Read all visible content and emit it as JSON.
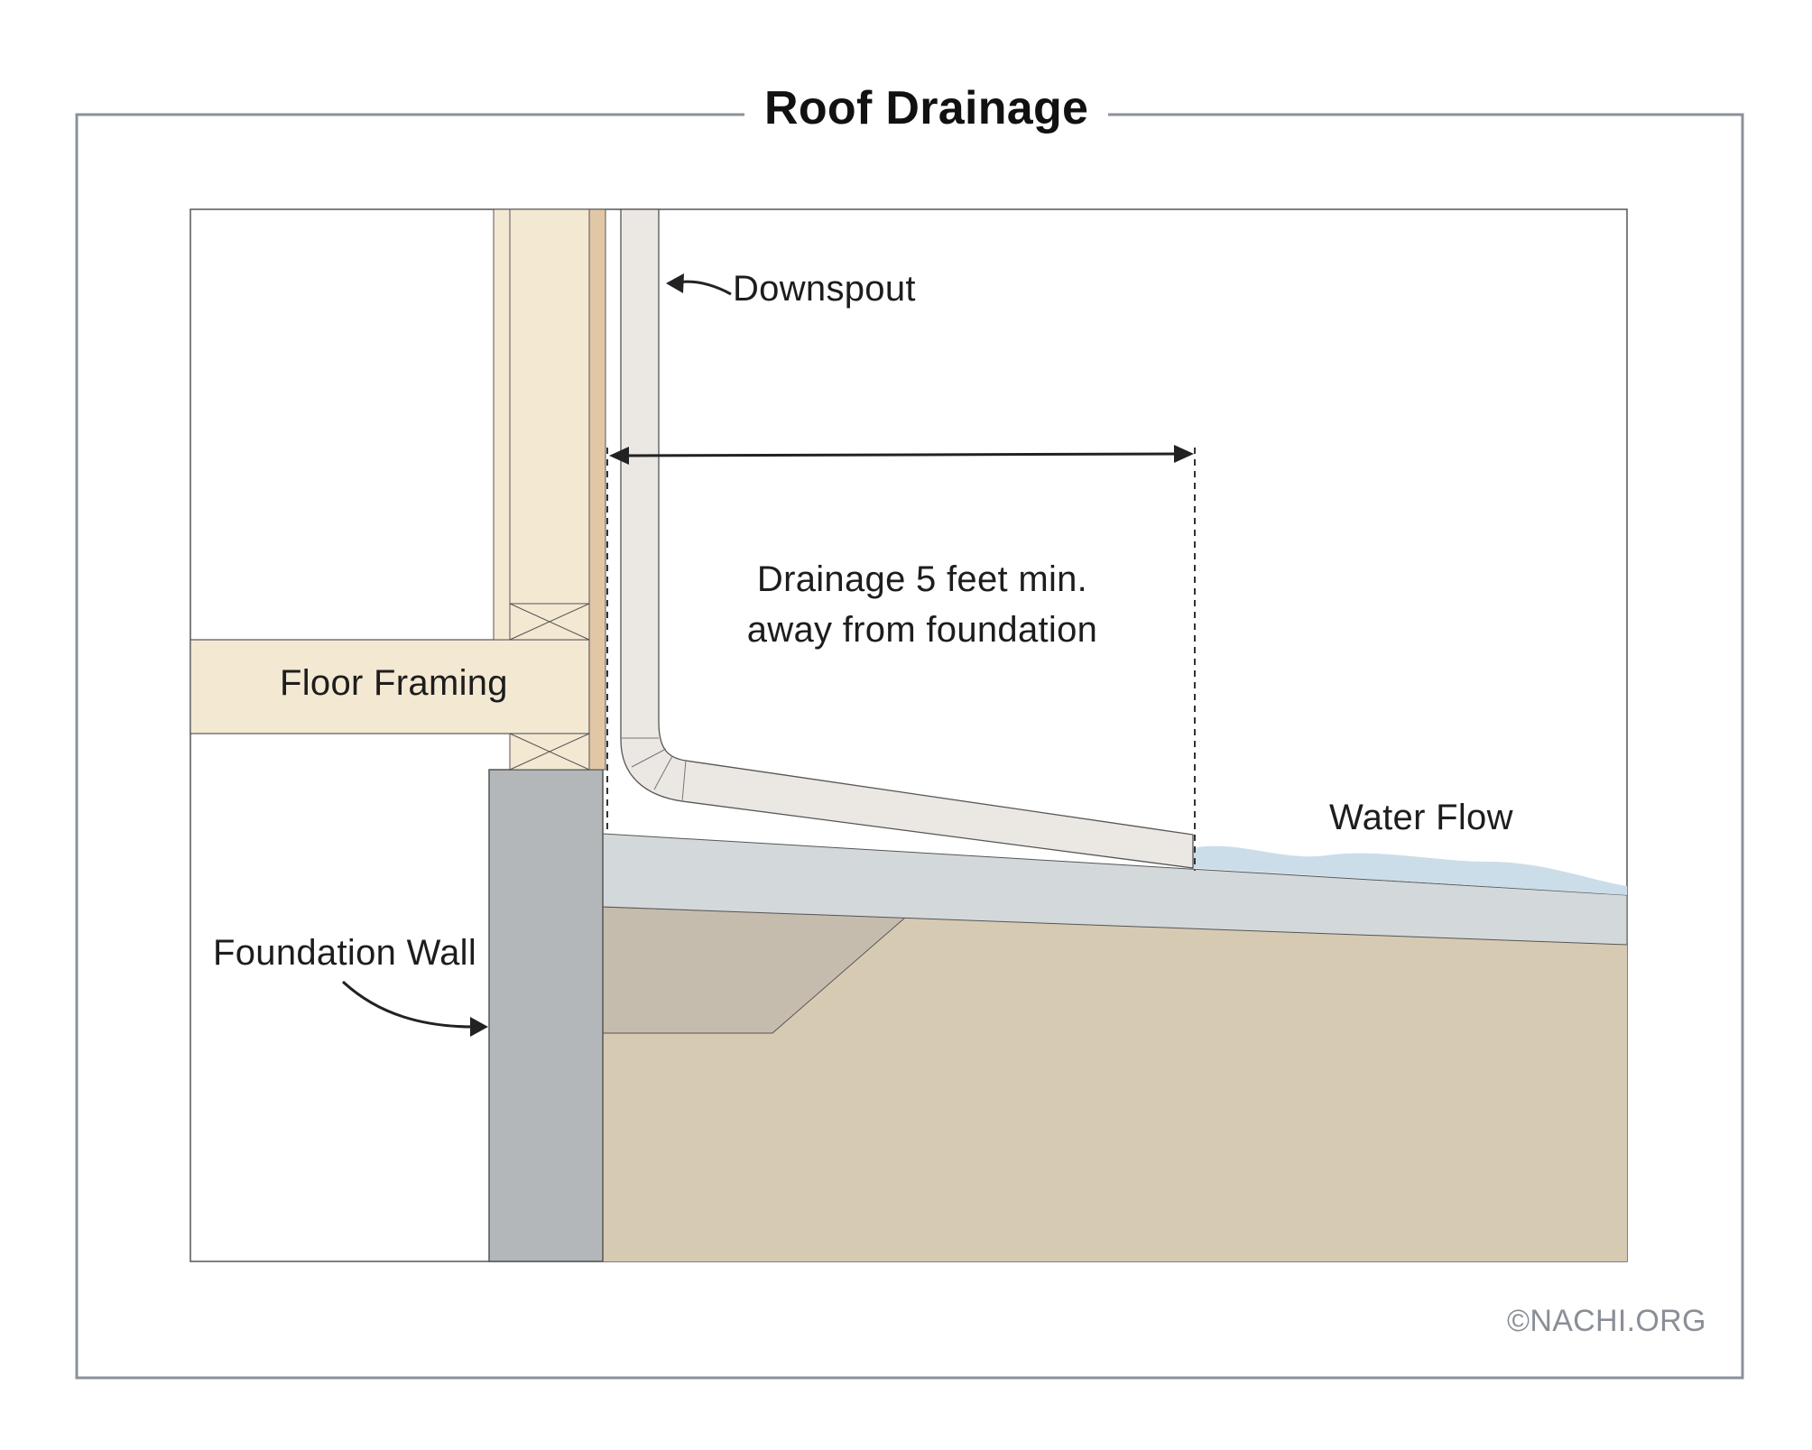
{
  "title": "Roof Drainage",
  "labels": {
    "downspout": "Downspout",
    "drainage_line1": "Drainage 5 feet min.",
    "drainage_line2": "away from foundation",
    "floor_framing": "Floor Framing",
    "water_flow": "Water Flow",
    "foundation_wall": "Foundation Wall"
  },
  "copyright": "©NACHI.ORG",
  "colors": {
    "frame": "#8b919a",
    "framing_wood": "#f3e8d2",
    "sheathing": "#e2c7a6",
    "foundation": "#b3b7ba",
    "downspout": "#ebe8e3",
    "grade_slope": "#d3d9db",
    "soil": "#d7cab3",
    "fill": "#c6bcae",
    "water": "#cbdde8",
    "outline": "#555555"
  }
}
